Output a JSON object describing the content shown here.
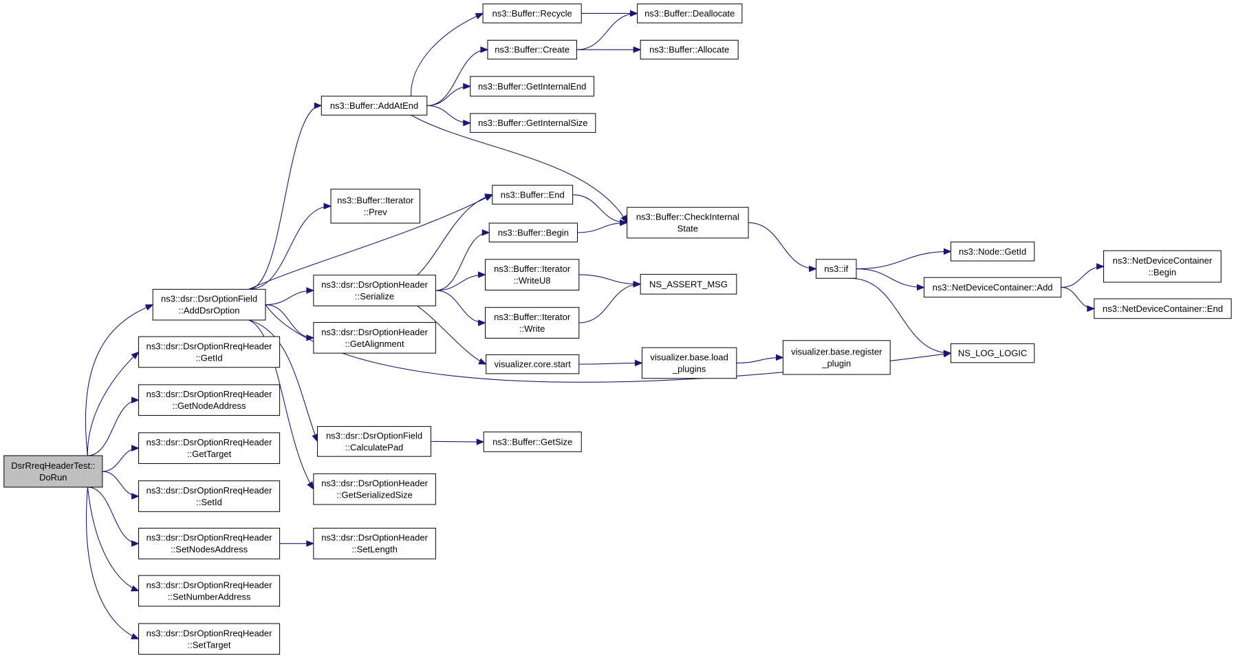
{
  "colors": {
    "node_fill": "#ffffff",
    "root_fill": "#bfbfbf",
    "border": "#000000",
    "edge": "#191970"
  },
  "nodes": {
    "n_doRun": {
      "lines": [
        "DsrRreqHeaderTest::",
        "DoRun"
      ],
      "root": true
    },
    "n_addDsrOption": {
      "lines": [
        "ns3::dsr::DsrOptionField",
        "::AddDsrOption"
      ]
    },
    "n_getId": {
      "lines": [
        "ns3::dsr::DsrOptionRreqHeader",
        "::GetId"
      ]
    },
    "n_getNodeAddress": {
      "lines": [
        "ns3::dsr::DsrOptionRreqHeader",
        "::GetNodeAddress"
      ]
    },
    "n_getTarget": {
      "lines": [
        "ns3::dsr::DsrOptionRreqHeader",
        "::GetTarget"
      ]
    },
    "n_setId": {
      "lines": [
        "ns3::dsr::DsrOptionRreqHeader",
        "::SetId"
      ]
    },
    "n_setNodesAddress": {
      "lines": [
        "ns3::dsr::DsrOptionRreqHeader",
        "::SetNodesAddress"
      ]
    },
    "n_setNumberAddress": {
      "lines": [
        "ns3::dsr::DsrOptionRreqHeader",
        "::SetNumberAddress"
      ]
    },
    "n_setTarget": {
      "lines": [
        "ns3::dsr::DsrOptionRreqHeader",
        "::SetTarget"
      ]
    },
    "n_addAtEnd": {
      "lines": [
        "ns3::Buffer::AddAtEnd"
      ]
    },
    "n_iterPrev": {
      "lines": [
        "ns3::Buffer::Iterator",
        "::Prev"
      ]
    },
    "n_serialize": {
      "lines": [
        "ns3::dsr::DsrOptionHeader",
        "::Serialize"
      ]
    },
    "n_getAlignment": {
      "lines": [
        "ns3::dsr::DsrOptionHeader",
        "::GetAlignment"
      ]
    },
    "n_calculatePad": {
      "lines": [
        "ns3::dsr::DsrOptionField",
        "::CalculatePad"
      ]
    },
    "n_getSerializedSize": {
      "lines": [
        "ns3::dsr::DsrOptionHeader",
        "::GetSerializedSize"
      ]
    },
    "n_setLength": {
      "lines": [
        "ns3::dsr::DsrOptionHeader",
        "::SetLength"
      ]
    },
    "n_recycle": {
      "lines": [
        "ns3::Buffer::Recycle"
      ]
    },
    "n_create": {
      "lines": [
        "ns3::Buffer::Create"
      ]
    },
    "n_getInternalEnd": {
      "lines": [
        "ns3::Buffer::GetInternalEnd"
      ]
    },
    "n_getInternalSize": {
      "lines": [
        "ns3::Buffer::GetInternalSize"
      ]
    },
    "n_bufEnd": {
      "lines": [
        "ns3::Buffer::End"
      ]
    },
    "n_bufBegin": {
      "lines": [
        "ns3::Buffer::Begin"
      ]
    },
    "n_writeU8": {
      "lines": [
        "ns3::Buffer::Iterator",
        "::WriteU8"
      ]
    },
    "n_write": {
      "lines": [
        "ns3::Buffer::Iterator",
        "::Write"
      ]
    },
    "n_vizStart": {
      "lines": [
        "visualizer.core.start"
      ]
    },
    "n_getSize": {
      "lines": [
        "ns3::Buffer::GetSize"
      ]
    },
    "n_deallocate": {
      "lines": [
        "ns3::Buffer::Deallocate"
      ]
    },
    "n_allocate": {
      "lines": [
        "ns3::Buffer::Allocate"
      ]
    },
    "n_checkInternal": {
      "lines": [
        "ns3::Buffer::CheckInternal",
        "State"
      ]
    },
    "n_assertMsg": {
      "lines": [
        "NS_ASSERT_MSG"
      ]
    },
    "n_loadPlugins": {
      "lines": [
        "visualizer.base.load",
        "_plugins"
      ]
    },
    "n_registerPlugin": {
      "lines": [
        "visualizer.base.register",
        "_plugin"
      ]
    },
    "n_if": {
      "lines": [
        "ns3::if"
      ]
    },
    "n_nodeGetId": {
      "lines": [
        "ns3::Node::GetId"
      ]
    },
    "n_ndcAdd": {
      "lines": [
        "ns3::NetDeviceContainer::Add"
      ]
    },
    "n_logLogic": {
      "lines": [
        "NS_LOG_LOGIC"
      ]
    },
    "n_ndcBegin": {
      "lines": [
        "ns3::NetDeviceContainer",
        "::Begin"
      ]
    },
    "n_ndcEnd": {
      "lines": [
        "ns3::NetDeviceContainer::End"
      ]
    }
  },
  "edges": [
    [
      "n_doRun",
      "n_addDsrOption"
    ],
    [
      "n_doRun",
      "n_getId"
    ],
    [
      "n_doRun",
      "n_getNodeAddress"
    ],
    [
      "n_doRun",
      "n_getTarget"
    ],
    [
      "n_doRun",
      "n_setId"
    ],
    [
      "n_doRun",
      "n_setNodesAddress"
    ],
    [
      "n_doRun",
      "n_setNumberAddress"
    ],
    [
      "n_doRun",
      "n_setTarget"
    ],
    [
      "n_addDsrOption",
      "n_addAtEnd"
    ],
    [
      "n_addDsrOption",
      "n_iterPrev"
    ],
    [
      "n_addDsrOption",
      "n_bufEnd"
    ],
    [
      "n_addDsrOption",
      "n_serialize"
    ],
    [
      "n_addDsrOption",
      "n_getAlignment"
    ],
    [
      "n_addDsrOption",
      "n_calculatePad"
    ],
    [
      "n_addDsrOption",
      "n_getSerializedSize"
    ],
    [
      "n_addDsrOption",
      "n_logLogic"
    ],
    [
      "n_setNodesAddress",
      "n_setLength"
    ],
    [
      "n_addAtEnd",
      "n_recycle"
    ],
    [
      "n_addAtEnd",
      "n_create"
    ],
    [
      "n_addAtEnd",
      "n_getInternalEnd"
    ],
    [
      "n_addAtEnd",
      "n_getInternalSize"
    ],
    [
      "n_addAtEnd",
      "n_checkInternal"
    ],
    [
      "n_recycle",
      "n_deallocate"
    ],
    [
      "n_create",
      "n_deallocate"
    ],
    [
      "n_create",
      "n_allocate"
    ],
    [
      "n_serialize",
      "n_bufEnd"
    ],
    [
      "n_serialize",
      "n_bufBegin"
    ],
    [
      "n_serialize",
      "n_writeU8"
    ],
    [
      "n_serialize",
      "n_write"
    ],
    [
      "n_serialize",
      "n_vizStart"
    ],
    [
      "n_bufEnd",
      "n_checkInternal"
    ],
    [
      "n_bufBegin",
      "n_checkInternal"
    ],
    [
      "n_writeU8",
      "n_assertMsg"
    ],
    [
      "n_write",
      "n_assertMsg"
    ],
    [
      "n_vizStart",
      "n_loadPlugins"
    ],
    [
      "n_loadPlugins",
      "n_registerPlugin"
    ],
    [
      "n_calculatePad",
      "n_getSize"
    ],
    [
      "n_checkInternal",
      "n_if"
    ],
    [
      "n_if",
      "n_nodeGetId"
    ],
    [
      "n_if",
      "n_ndcAdd"
    ],
    [
      "n_if",
      "n_logLogic"
    ],
    [
      "n_ndcAdd",
      "n_ndcBegin"
    ],
    [
      "n_ndcAdd",
      "n_ndcEnd"
    ]
  ]
}
